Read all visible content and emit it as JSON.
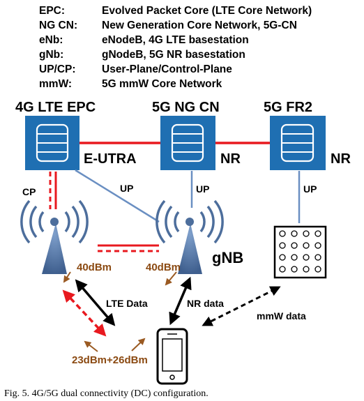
{
  "legend": [
    {
      "abbr": "EPC:",
      "desc": "Evolved Packet Core (LTE Core Network)"
    },
    {
      "abbr": "NG CN:",
      "desc": "New Generation Core Network, 5G-CN"
    },
    {
      "abbr": "eNb:",
      "desc": "eNodeB, 4G LTE basestation"
    },
    {
      "abbr": "gNb:",
      "desc": "gNodeB, 5G NR basestation"
    },
    {
      "abbr": "UP/CP:",
      "desc": "User-Plane/Control-Plane"
    },
    {
      "abbr": "mmW:",
      "desc": "5G mmW Core Network"
    }
  ],
  "nodes": {
    "epc": "4G LTE EPC",
    "ngcn": "5G NG CN",
    "fr2": "5G FR2",
    "eutra": "E-UTRA",
    "nr1": "NR",
    "nr2": "NR",
    "gnb": "gNB"
  },
  "links": {
    "cp": "CP",
    "up1": "UP",
    "up2": "UP",
    "up3": "UP",
    "lte_data": "LTE Data",
    "nr_data": "NR data",
    "mmw_data": "mmW data"
  },
  "power": {
    "enb": "40dBm",
    "gnb": "40dBm",
    "ue": "23dBm+26dBm"
  },
  "caption": "Fig. 5.  4G/5G dual connectivity (DC) configuration.",
  "colors": {
    "box": "#1f6fb2",
    "control": "#e8191f",
    "user_plane": "#6a8fc2",
    "power_arrow": "#9a5a22",
    "antenna": "#4d6e9c"
  }
}
